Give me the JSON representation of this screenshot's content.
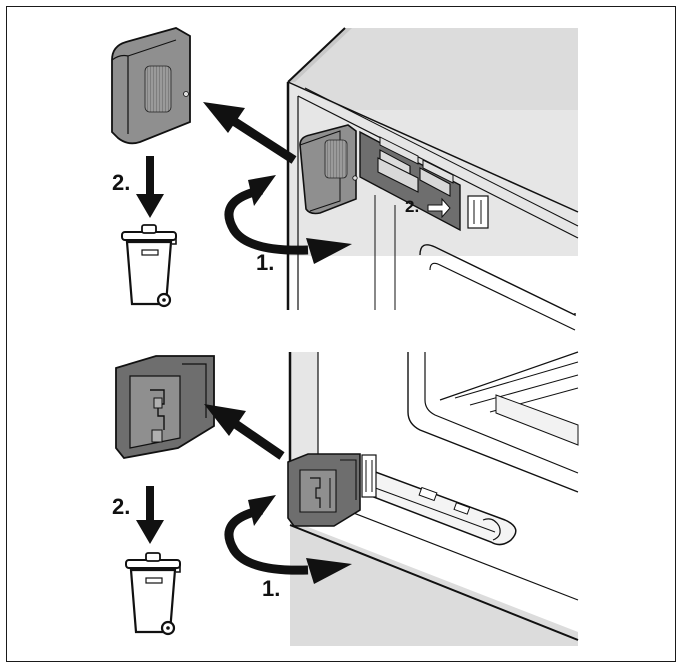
{
  "instructions": {
    "top": {
      "step1_label": "1.",
      "step2_label": "2.",
      "slot_label": "2."
    },
    "bottom": {
      "step1_label": "1.",
      "step2_label": "2."
    }
  },
  "colors": {
    "ink": "#111111",
    "cap_fill": "#8f8f8f",
    "cap_fill_dark": "#6e6e6e",
    "cabinet_fill": "#e6e6e6",
    "cabinet_shadow": "#d4d4d4",
    "bin_fill": "#ffffff"
  },
  "icons": [
    "recycle-bin-icon",
    "arrow-down-icon",
    "rotate-arrow-icon",
    "pull-arrow-icon"
  ]
}
